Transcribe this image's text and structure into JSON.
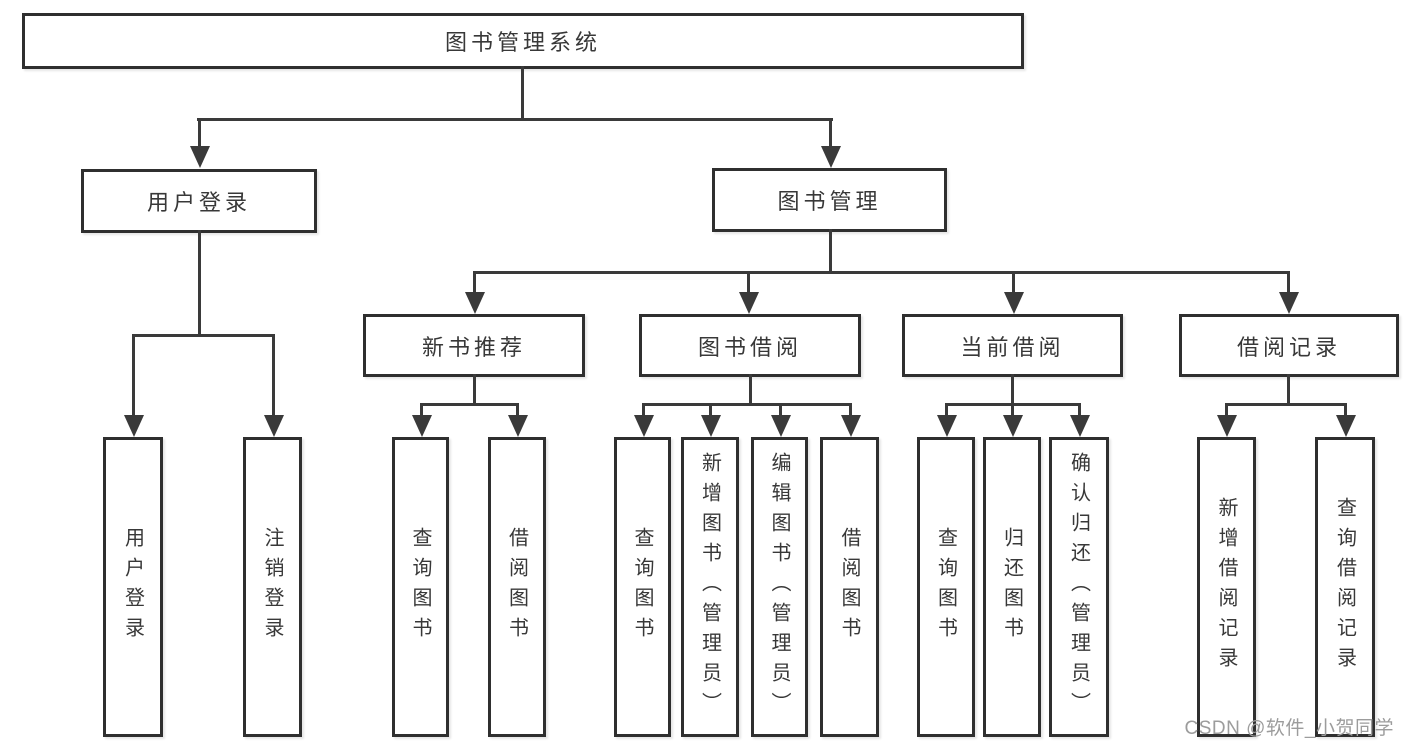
{
  "tree": {
    "root": {
      "label": "图书管理系统"
    },
    "user_login": {
      "label": "用户登录",
      "children": [
        {
          "label": "用户登录"
        },
        {
          "label": "注销登录"
        }
      ]
    },
    "book_management": {
      "label": "图书管理",
      "modules": [
        {
          "label": "新书推荐",
          "children": [
            {
              "label": "查询图书"
            },
            {
              "label": "借阅图书"
            }
          ]
        },
        {
          "label": "图书借阅",
          "children": [
            {
              "label": "查询图书"
            },
            {
              "label": "新增图书（管理员）"
            },
            {
              "label": "编辑图书（管理员）"
            },
            {
              "label": "借阅图书"
            }
          ]
        },
        {
          "label": "当前借阅",
          "children": [
            {
              "label": "查询图书"
            },
            {
              "label": "归还图书"
            },
            {
              "label": "确认归还（管理员）"
            }
          ]
        },
        {
          "label": "借阅记录",
          "children": [
            {
              "label": "新增借阅记录"
            },
            {
              "label": "查询借阅记录"
            }
          ]
        }
      ]
    }
  },
  "watermark": {
    "text": "CSDN @软件_小贺同学"
  },
  "colors": {
    "line": "#3a3a3a",
    "box_border": "#2f2f2f",
    "text": "#383838",
    "watermark": "#9c9c9c",
    "background": "#ffffff"
  }
}
